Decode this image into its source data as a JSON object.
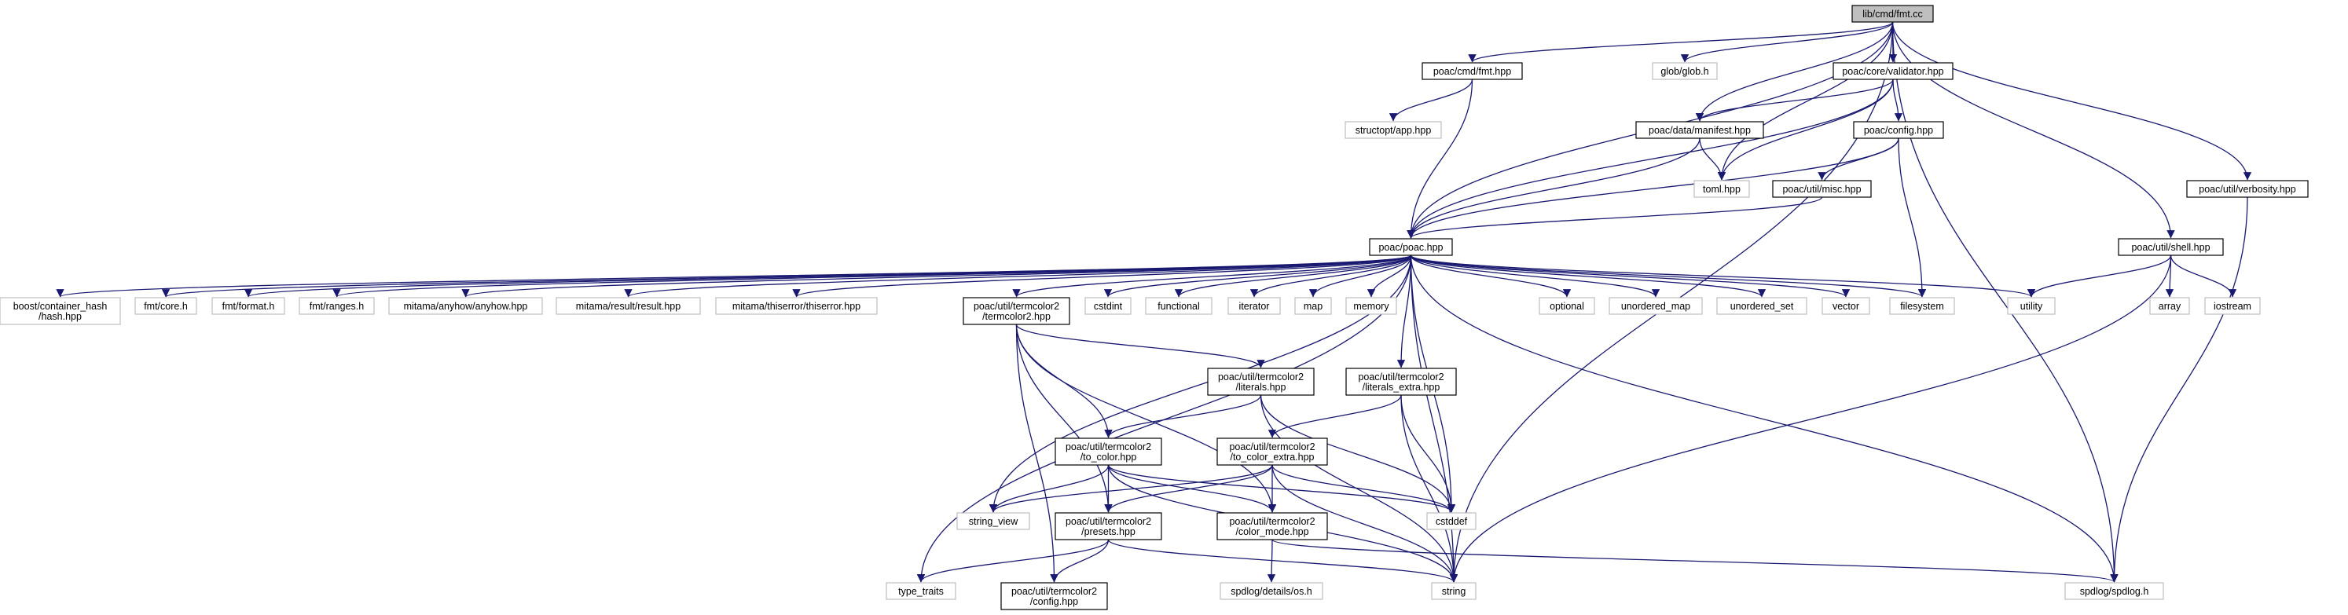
{
  "nodes": [
    {
      "id": "root",
      "lines": [
        "lib/cmd/fmt.cc"
      ],
      "kind": "root"
    },
    {
      "id": "fmt_hpp",
      "lines": [
        "poac/cmd/fmt.hpp"
      ],
      "kind": "doc"
    },
    {
      "id": "glob",
      "lines": [
        "glob/glob.h"
      ],
      "kind": "sys"
    },
    {
      "id": "validator",
      "lines": [
        "poac/core/validator.hpp"
      ],
      "kind": "doc"
    },
    {
      "id": "structopt",
      "lines": [
        "structopt/app.hpp"
      ],
      "kind": "sys"
    },
    {
      "id": "manifest",
      "lines": [
        "poac/data/manifest.hpp"
      ],
      "kind": "doc"
    },
    {
      "id": "config",
      "lines": [
        "poac/config.hpp"
      ],
      "kind": "doc"
    },
    {
      "id": "toml",
      "lines": [
        "toml.hpp"
      ],
      "kind": "sys"
    },
    {
      "id": "misc",
      "lines": [
        "poac/util/misc.hpp"
      ],
      "kind": "doc"
    },
    {
      "id": "verbosity",
      "lines": [
        "poac/util/verbosity.hpp"
      ],
      "kind": "doc"
    },
    {
      "id": "poac",
      "lines": [
        "poac/poac.hpp"
      ],
      "kind": "doc"
    },
    {
      "id": "shell",
      "lines": [
        "poac/util/shell.hpp"
      ],
      "kind": "doc"
    },
    {
      "id": "boost_hash",
      "lines": [
        "boost/container_hash",
        "/hash.hpp"
      ],
      "kind": "sys"
    },
    {
      "id": "fmt_core",
      "lines": [
        "fmt/core.h"
      ],
      "kind": "sys"
    },
    {
      "id": "fmt_format",
      "lines": [
        "fmt/format.h"
      ],
      "kind": "sys"
    },
    {
      "id": "fmt_ranges",
      "lines": [
        "fmt/ranges.h"
      ],
      "kind": "sys"
    },
    {
      "id": "anyhow",
      "lines": [
        "mitama/anyhow/anyhow.hpp"
      ],
      "kind": "sys"
    },
    {
      "id": "result",
      "lines": [
        "mitama/result/result.hpp"
      ],
      "kind": "sys"
    },
    {
      "id": "thiserror",
      "lines": [
        "mitama/thiserror/thiserror.hpp"
      ],
      "kind": "sys"
    },
    {
      "id": "termcolor2",
      "lines": [
        "poac/util/termcolor2",
        "/termcolor2.hpp"
      ],
      "kind": "doc"
    },
    {
      "id": "cstdint",
      "lines": [
        "cstdint"
      ],
      "kind": "sys"
    },
    {
      "id": "functional",
      "lines": [
        "functional"
      ],
      "kind": "sys"
    },
    {
      "id": "iterator",
      "lines": [
        "iterator"
      ],
      "kind": "sys"
    },
    {
      "id": "map",
      "lines": [
        "map"
      ],
      "kind": "sys"
    },
    {
      "id": "memory",
      "lines": [
        "memory"
      ],
      "kind": "sys"
    },
    {
      "id": "optional",
      "lines": [
        "optional"
      ],
      "kind": "sys"
    },
    {
      "id": "unordered_map",
      "lines": [
        "unordered_map"
      ],
      "kind": "sys"
    },
    {
      "id": "unordered_set",
      "lines": [
        "unordered_set"
      ],
      "kind": "sys"
    },
    {
      "id": "vector",
      "lines": [
        "vector"
      ],
      "kind": "sys"
    },
    {
      "id": "filesystem",
      "lines": [
        "filesystem"
      ],
      "kind": "sys"
    },
    {
      "id": "utility",
      "lines": [
        "utility"
      ],
      "kind": "sys"
    },
    {
      "id": "array",
      "lines": [
        "array"
      ],
      "kind": "sys"
    },
    {
      "id": "iostream",
      "lines": [
        "iostream"
      ],
      "kind": "sys"
    },
    {
      "id": "literals",
      "lines": [
        "poac/util/termcolor2",
        "/literals.hpp"
      ],
      "kind": "doc"
    },
    {
      "id": "literals_extra",
      "lines": [
        "poac/util/termcolor2",
        "/literals_extra.hpp"
      ],
      "kind": "doc"
    },
    {
      "id": "to_color",
      "lines": [
        "poac/util/termcolor2",
        "/to_color.hpp"
      ],
      "kind": "doc"
    },
    {
      "id": "to_color_extra",
      "lines": [
        "poac/util/termcolor2",
        "/to_color_extra.hpp"
      ],
      "kind": "doc"
    },
    {
      "id": "string_view",
      "lines": [
        "string_view"
      ],
      "kind": "sys"
    },
    {
      "id": "presets",
      "lines": [
        "poac/util/termcolor2",
        "/presets.hpp"
      ],
      "kind": "doc"
    },
    {
      "id": "color_mode",
      "lines": [
        "poac/util/termcolor2",
        "/color_mode.hpp"
      ],
      "kind": "doc"
    },
    {
      "id": "cstddef",
      "lines": [
        "cstddef"
      ],
      "kind": "sys"
    },
    {
      "id": "type_traits",
      "lines": [
        "type_traits"
      ],
      "kind": "sys"
    },
    {
      "id": "tc_config",
      "lines": [
        "poac/util/termcolor2",
        "/config.hpp"
      ],
      "kind": "doc"
    },
    {
      "id": "string",
      "lines": [
        "string"
      ],
      "kind": "sys"
    },
    {
      "id": "details_os",
      "lines": [
        "spdlog/details/os.h"
      ],
      "kind": "sys"
    },
    {
      "id": "spdlog",
      "lines": [
        "spdlog/spdlog.h"
      ],
      "kind": "sys"
    }
  ],
  "edges": [
    [
      "root",
      "fmt_hpp"
    ],
    [
      "root",
      "glob"
    ],
    [
      "root",
      "validator"
    ],
    [
      "root",
      "manifest"
    ],
    [
      "root",
      "toml"
    ],
    [
      "root",
      "poac"
    ],
    [
      "root",
      "verbosity"
    ],
    [
      "root",
      "shell"
    ],
    [
      "root",
      "string"
    ],
    [
      "root",
      "spdlog"
    ],
    [
      "fmt_hpp",
      "structopt"
    ],
    [
      "fmt_hpp",
      "poac"
    ],
    [
      "validator",
      "manifest"
    ],
    [
      "validator",
      "config"
    ],
    [
      "validator",
      "toml"
    ],
    [
      "validator",
      "poac"
    ],
    [
      "manifest",
      "toml"
    ],
    [
      "manifest",
      "poac"
    ],
    [
      "config",
      "misc"
    ],
    [
      "config",
      "poac"
    ],
    [
      "config",
      "filesystem"
    ],
    [
      "misc",
      "poac"
    ],
    [
      "verbosity",
      "spdlog"
    ],
    [
      "shell",
      "utility"
    ],
    [
      "shell",
      "array"
    ],
    [
      "shell",
      "iostream"
    ],
    [
      "shell",
      "string"
    ],
    [
      "poac",
      "boost_hash"
    ],
    [
      "poac",
      "fmt_core"
    ],
    [
      "poac",
      "fmt_format"
    ],
    [
      "poac",
      "fmt_ranges"
    ],
    [
      "poac",
      "anyhow"
    ],
    [
      "poac",
      "result"
    ],
    [
      "poac",
      "thiserror"
    ],
    [
      "poac",
      "termcolor2"
    ],
    [
      "poac",
      "cstdint"
    ],
    [
      "poac",
      "functional"
    ],
    [
      "poac",
      "iterator"
    ],
    [
      "poac",
      "map"
    ],
    [
      "poac",
      "memory"
    ],
    [
      "poac",
      "optional"
    ],
    [
      "poac",
      "unordered_map"
    ],
    [
      "poac",
      "unordered_set"
    ],
    [
      "poac",
      "vector"
    ],
    [
      "poac",
      "filesystem"
    ],
    [
      "poac",
      "utility"
    ],
    [
      "poac",
      "literals_extra"
    ],
    [
      "poac",
      "string_view"
    ],
    [
      "poac",
      "cstddef"
    ],
    [
      "poac",
      "string"
    ],
    [
      "poac",
      "type_traits"
    ],
    [
      "poac",
      "spdlog"
    ],
    [
      "termcolor2",
      "literals"
    ],
    [
      "termcolor2",
      "to_color"
    ],
    [
      "termcolor2",
      "presets"
    ],
    [
      "termcolor2",
      "color_mode"
    ],
    [
      "termcolor2",
      "tc_config"
    ],
    [
      "literals",
      "to_color"
    ],
    [
      "literals",
      "cstddef"
    ],
    [
      "literals",
      "string"
    ],
    [
      "literals_extra",
      "to_color_extra"
    ],
    [
      "literals_extra",
      "cstddef"
    ],
    [
      "literals_extra",
      "string"
    ],
    [
      "to_color",
      "string_view"
    ],
    [
      "to_color",
      "presets"
    ],
    [
      "to_color",
      "color_mode"
    ],
    [
      "to_color",
      "cstddef"
    ],
    [
      "to_color",
      "string"
    ],
    [
      "to_color_extra",
      "string_view"
    ],
    [
      "to_color_extra",
      "presets"
    ],
    [
      "to_color_extra",
      "color_mode"
    ],
    [
      "to_color_extra",
      "cstddef"
    ],
    [
      "to_color_extra",
      "string"
    ],
    [
      "presets",
      "type_traits"
    ],
    [
      "presets",
      "tc_config"
    ],
    [
      "presets",
      "string"
    ],
    [
      "color_mode",
      "details_os"
    ],
    [
      "color_mode",
      "spdlog"
    ]
  ]
}
